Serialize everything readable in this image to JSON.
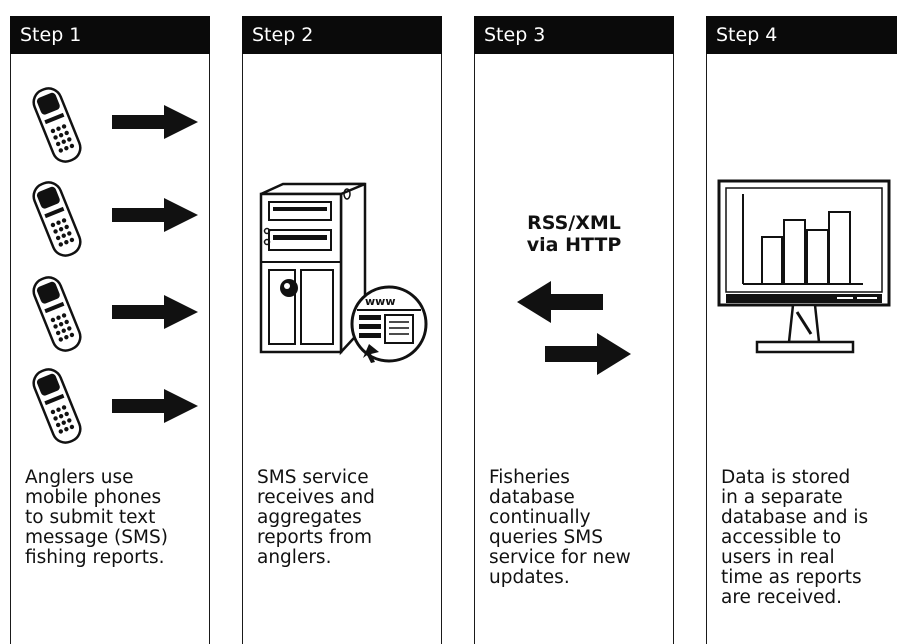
{
  "steps": [
    {
      "title": "Step 1",
      "text": "Anglers use\nmobile phones\nto submit text\nmessage (SMS)\nfishing reports."
    },
    {
      "title": "Step 2",
      "text": "SMS service\nreceives and\naggregates\nreports from\nanglers."
    },
    {
      "title": "Step 3",
      "text": "Fisheries\ndatabase\ncontinually\nqueries SMS\nservice for new\nupdates."
    },
    {
      "title": "Step 4",
      "text": "Data is stored\nin a separate\ndatabase and is\naccessible to\nusers in real\ntime as reports\nare received."
    }
  ],
  "protocol": {
    "line1": "RSS/XML",
    "line2": "via HTTP"
  },
  "server_badge": "www"
}
